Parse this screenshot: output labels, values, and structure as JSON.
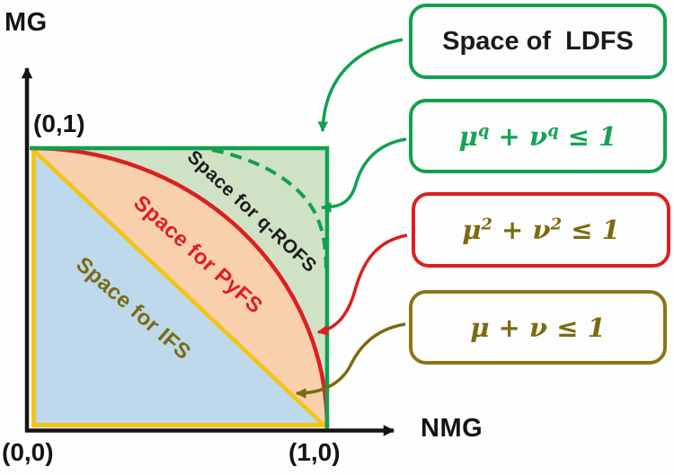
{
  "axes": {
    "y_label": "MG",
    "x_label": "NMG"
  },
  "corner_labels": {
    "top_left": "(0,1)",
    "origin": "(0,0)",
    "bottom_right": "(1,0)"
  },
  "regions": {
    "qrofs": {
      "label": "Space for q-ROFS",
      "fill": "#cfe2c6",
      "text_color": "#1c1c1c",
      "curve_style": "dashed-green"
    },
    "pyfs": {
      "label": "Space for PyFS",
      "fill": "#f8d0ae",
      "text_color": "#dc1f24",
      "curve_style": "solid-red"
    },
    "ifs": {
      "label": "Space for IFS",
      "fill": "#bed8ec",
      "text_color": "#7a6a12",
      "curve_style": "solid-yellow"
    }
  },
  "legend": {
    "ldfs": {
      "label": "Space of  LDFS",
      "border_color": "#0fa14f",
      "text_color": "#1b1b1b"
    },
    "qrofs_formula": {
      "mu": "μ",
      "mu_exp": "q",
      "plus": "+",
      "nu": "ν",
      "nu_exp": "q",
      "relation": "≤ 1",
      "border_color": "#0fa14f",
      "text_color": "#16a355"
    },
    "pyfs_formula": {
      "mu": "μ",
      "mu_exp": "2",
      "plus": "+",
      "nu": "ν",
      "nu_exp": "2",
      "relation": "≤ 1",
      "border_color": "#dc1f1f",
      "text_color": "#7b6a10"
    },
    "ifs_formula": {
      "mu": "μ",
      "mu_exp": "",
      "plus": "+",
      "nu": "ν",
      "nu_exp": "",
      "relation": "≤ 1",
      "border_color": "#8a7619",
      "text_color": "#7b6a10"
    }
  },
  "colors": {
    "ldfs_green": "#0fa14f",
    "pyfs_red": "#dc1f1f",
    "ifs_olive": "#8a7619",
    "boundary_yellow": "#f4c414",
    "axis_black": "#141414",
    "fill_green": "#cfe2c6",
    "fill_orange": "#f8d0ae",
    "fill_blue": "#bed8ec"
  }
}
